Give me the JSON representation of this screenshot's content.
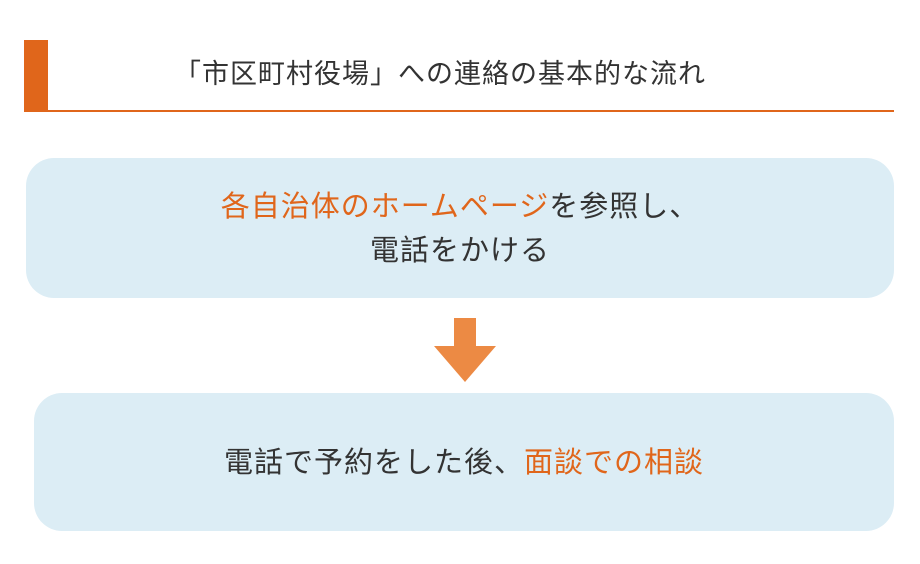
{
  "title": {
    "text": "「市区町村役場」への連絡の基本的な流れ"
  },
  "steps": [
    {
      "line1_highlight": "各自治体のホームページ",
      "line1_rest": "を参照し、",
      "line2": "電話をかける"
    },
    {
      "prefix": "電話で予約をした後、",
      "highlight": "面談での相談"
    }
  ],
  "arrow": {
    "icon": "down-arrow-icon",
    "direction": "down"
  },
  "colors": {
    "accent": "#e0661b",
    "box_background": "#dcedf5",
    "arrow": "#ec8a44",
    "text": "#333333"
  }
}
